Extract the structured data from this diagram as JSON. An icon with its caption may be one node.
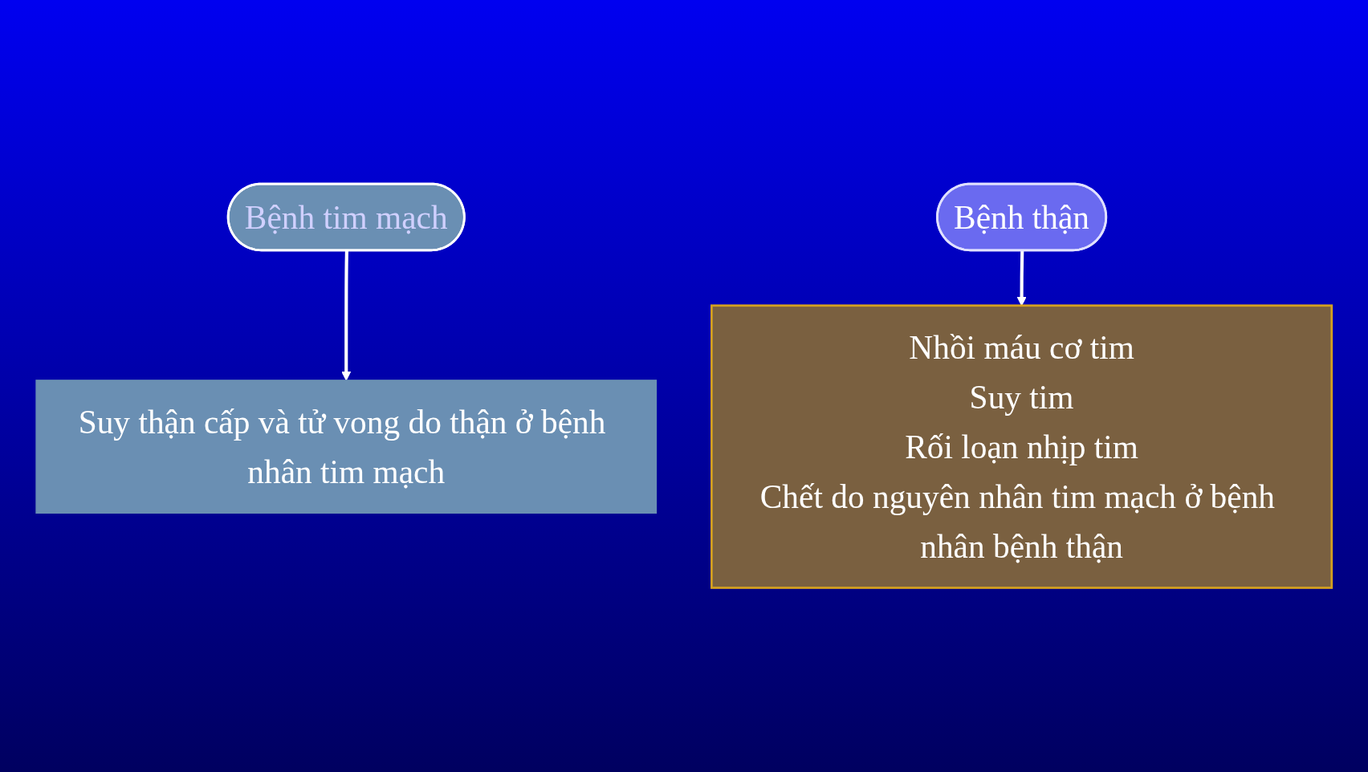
{
  "diagram": {
    "nodes": [
      {
        "text": [
          "Bệnh tim mạch"
        ]
      },
      {
        "text": [
          "Bệnh thận"
        ]
      },
      {
        "text": [
          "Suy thận cấp và tử vong do thận ở bệnh nhân tim mạch"
        ]
      },
      {
        "text": [
          "Nhồi máu cơ tim",
          "Suy tim",
          "Rối loạn nhịp tim",
          "Chết do nguyên nhân tim mạch ở bệnh nhân bệnh thận"
        ]
      }
    ],
    "edges": [
      {
        "from": 0,
        "to": 2,
        "arrow": "to"
      },
      {
        "from": 1,
        "to": 3,
        "arrow": "to"
      }
    ]
  }
}
